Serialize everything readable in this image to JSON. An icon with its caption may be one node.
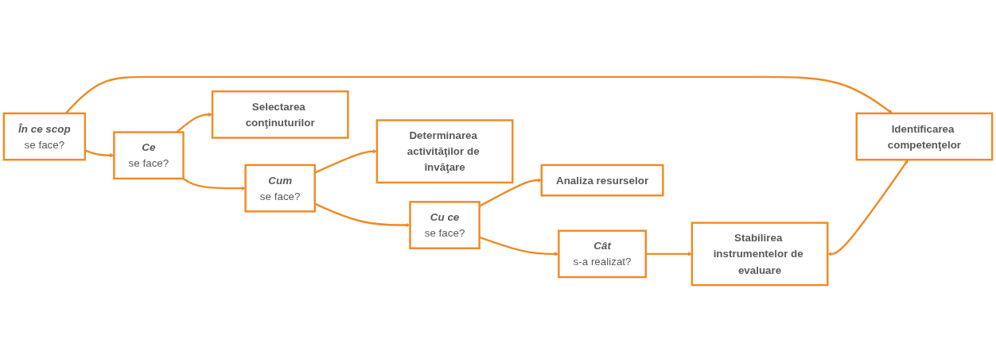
{
  "diagram": {
    "nodes": [
      {
        "text": [
          "În ce scop",
          "se face?"
        ]
      },
      {
        "text": [
          "Ce",
          "se face?"
        ]
      },
      {
        "text": [
          "Cum",
          "se face?"
        ]
      },
      {
        "text": [
          "Cu ce",
          "se face?"
        ]
      },
      {
        "text": [
          "Cât",
          "s-a realizat?"
        ]
      },
      {
        "text": [
          "Identificarea competenţelor"
        ]
      },
      {
        "text": [
          "Selectarea conţinuturilor"
        ]
      },
      {
        "text": [
          "Determinarea activităţilor de învăţare"
        ]
      },
      {
        "text": [
          "Analiza resurselor"
        ]
      },
      {
        "text": [
          "Stabilirea instrumentelor de evaluare"
        ]
      }
    ],
    "edges": [
      {
        "from": 0,
        "to": 1,
        "arrow": "to"
      },
      {
        "from": 1,
        "to": 2,
        "arrow": "to"
      },
      {
        "from": 2,
        "to": 3,
        "arrow": "to"
      },
      {
        "from": 3,
        "to": 4,
        "arrow": "to"
      },
      {
        "from": 0,
        "to": 5,
        "arrow": "to"
      },
      {
        "from": 1,
        "to": 6,
        "arrow": "to"
      },
      {
        "from": 2,
        "to": 7,
        "arrow": "to"
      },
      {
        "from": 3,
        "to": 8,
        "arrow": "to"
      },
      {
        "from": 4,
        "to": 9,
        "arrow": "to"
      },
      {
        "from": 9,
        "to": 5,
        "arrow": "both"
      }
    ]
  }
}
